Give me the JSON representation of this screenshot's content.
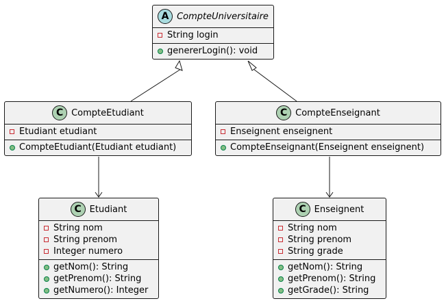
{
  "classes": {
    "compte_universitaire": {
      "badge": "A",
      "name": "CompteUniversitaire",
      "attributes": [
        {
          "visibility": "private",
          "text": "String login"
        }
      ],
      "methods": [
        {
          "visibility": "public",
          "text": "genererLogin(): void"
        }
      ]
    },
    "compte_etudiant": {
      "badge": "C",
      "name": "CompteEtudiant",
      "attributes": [
        {
          "visibility": "private",
          "text": "Etudiant etudiant"
        }
      ],
      "methods": [
        {
          "visibility": "public",
          "text": "CompteEtudiant(Etudiant etudiant)"
        }
      ]
    },
    "compte_enseignant": {
      "badge": "C",
      "name": "CompteEnseignant",
      "attributes": [
        {
          "visibility": "private",
          "text": "Enseignent enseignent"
        }
      ],
      "methods": [
        {
          "visibility": "public",
          "text": "CompteEnseignant(Enseignent enseignent)"
        }
      ]
    },
    "etudiant": {
      "badge": "C",
      "name": "Etudiant",
      "attributes": [
        {
          "visibility": "private",
          "text": "String nom"
        },
        {
          "visibility": "private",
          "text": "String prenom"
        },
        {
          "visibility": "private",
          "text": "Integer numero"
        }
      ],
      "methods": [
        {
          "visibility": "public",
          "text": "getNom(): String"
        },
        {
          "visibility": "public",
          "text": "getPrenom(): String"
        },
        {
          "visibility": "public",
          "text": "getNumero(): Integer"
        }
      ]
    },
    "enseignent": {
      "badge": "C",
      "name": "Enseignent",
      "attributes": [
        {
          "visibility": "private",
          "text": "String nom"
        },
        {
          "visibility": "private",
          "text": "String prenom"
        },
        {
          "visibility": "private",
          "text": "String grade"
        }
      ],
      "methods": [
        {
          "visibility": "public",
          "text": "getNom(): String"
        },
        {
          "visibility": "public",
          "text": "getPrenom(): String"
        },
        {
          "visibility": "public",
          "text": "getGrade(): String"
        }
      ]
    }
  },
  "relations": [
    {
      "type": "inheritance",
      "from": "CompteEtudiant",
      "to": "CompteUniversitaire"
    },
    {
      "type": "inheritance",
      "from": "CompteEnseignant",
      "to": "CompteUniversitaire"
    },
    {
      "type": "association",
      "from": "CompteEtudiant",
      "to": "Etudiant"
    },
    {
      "type": "association",
      "from": "CompteEnseignant",
      "to": "Enseignent"
    }
  ],
  "colors": {
    "box_fill": "#f1f1f1",
    "border": "#181818",
    "class_badge": "#add1b2",
    "abstract_badge": "#a9dcdf",
    "public_marker": "#84be84",
    "private_marker": "#c82930"
  }
}
